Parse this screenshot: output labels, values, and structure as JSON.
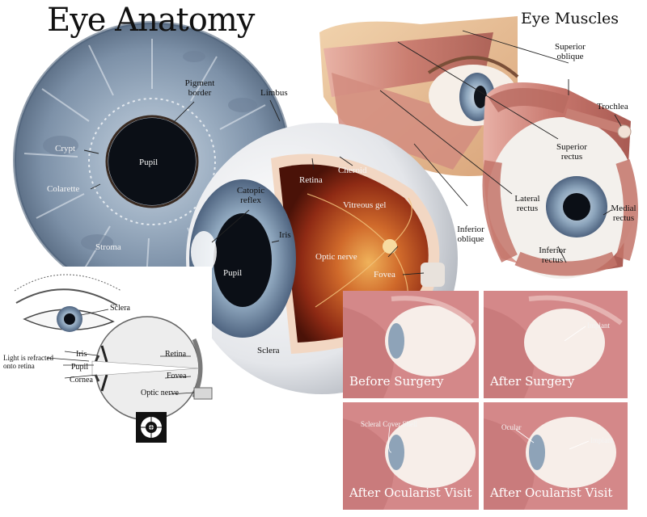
{
  "title": "Eye Anatomy",
  "muscles_title": "Eye Muscles",
  "iris_labels": {
    "pigment_border": "Pigment border",
    "limbus": "Limbus",
    "crypt": "Crypt",
    "pupil": "Pupil",
    "colarette": "Colarette",
    "stroma": "Stroma"
  },
  "eyeball_labels": {
    "catopic_reflex": "Catopic reflex",
    "retina": "Retina",
    "choroid": "Cheroid",
    "vitreous_gel": "Vitreous gel",
    "iris": "Iris",
    "pupil": "Pupil",
    "optic_nerve": "Optic nerve",
    "fovea": "Fovea",
    "sclera": "Sclera"
  },
  "muscle_labels": {
    "superior_oblique": "Superior oblique",
    "trochlea": "Trochlea",
    "superior_rectus": "Superior rectus",
    "lateral_rectus": "Lateral rectus",
    "medial_rectus": "Medial rectus",
    "inferior_oblique": "Inferior oblique",
    "inferior_rectus": "Inferior rectus"
  },
  "cross_section_labels": {
    "sclera": "Sclera",
    "refraction_note": "Light is refracted onto retina",
    "iris": "Iris",
    "pupil": "Pupil",
    "cornea": "Cornea",
    "retina": "Retina",
    "fovea": "Fovea",
    "optic_nerve": "Optic nerve"
  },
  "surgery_panels": [
    {
      "caption": "Before Surgery",
      "notes": []
    },
    {
      "caption": "After Surgery",
      "notes": [
        "Implant"
      ]
    },
    {
      "caption": "After Ocularist Visit",
      "notes": [
        "Scleral Cover Shell"
      ]
    },
    {
      "caption": "After Ocularist Visit",
      "notes": [
        "Ocular",
        "Implant"
      ]
    }
  ],
  "colors": {
    "iris_blue": "#8fa3b8",
    "pupil": "#0b0f16",
    "muscle_red": "#c97a73",
    "socket_pink": "#d78f90",
    "retina_red": "#b5451f"
  },
  "icons": [
    "target-icon"
  ]
}
